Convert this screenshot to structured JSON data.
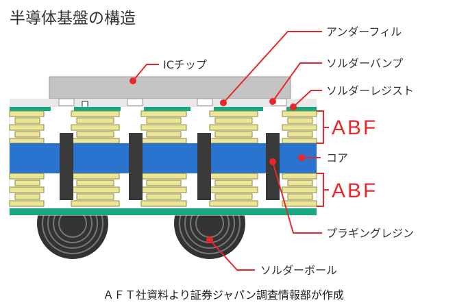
{
  "title": "半導体基盤の構造",
  "labels": {
    "chip": "ICチップ",
    "underfill": "アンダーフィル",
    "solder_bump": "ソルダーバンプ",
    "solder_resist": "ソルダーレジスト",
    "abf_top": "ABF",
    "core": "コア",
    "abf_bottom": "ABF",
    "plugging_resin": "プラギングレジン",
    "solder_ball": "ソルダーボール"
  },
  "source": "ＡＦＴ社資料より証券ジャパン調査情報部が作成",
  "colors": {
    "leader_line": "#e8262b",
    "core_blue": "#2a74cf",
    "plating_yellow": "#ece59a",
    "via_dark": "#3a3a3a",
    "resist_green": "#19a884",
    "chip_gray": "#c4c4c4"
  }
}
